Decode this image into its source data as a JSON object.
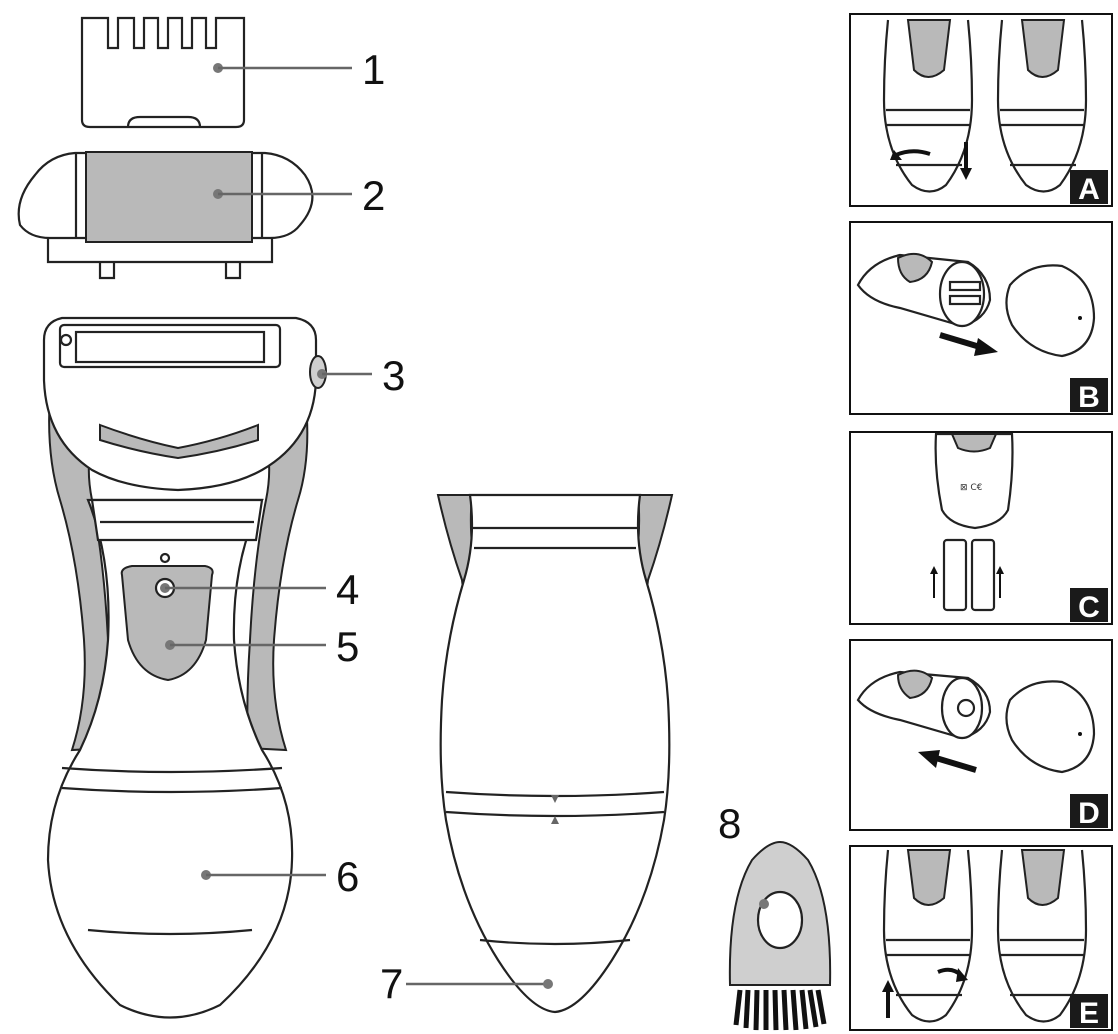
{
  "labels": {
    "l1": "1",
    "l2": "2",
    "l3": "3",
    "l4": "4",
    "l5": "5",
    "l6": "6",
    "l7": "7",
    "l8": "8"
  },
  "panels": {
    "a": "A",
    "b": "B",
    "c": "C",
    "d": "D",
    "e": "E"
  },
  "colors": {
    "line": "#222222",
    "fill_grey": "#b9b9b9",
    "panel_tag": "#1a1a1a"
  }
}
